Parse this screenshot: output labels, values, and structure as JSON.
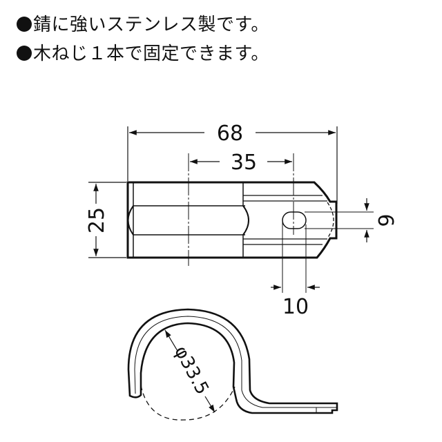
{
  "features": [
    {
      "bullet": "●",
      "text": "錆に強いステンレス製です。"
    },
    {
      "bullet": "●",
      "text": "木ねじ１本で固定できます。"
    }
  ],
  "drawing": {
    "top_view": {
      "dimensions": {
        "overall_length": "68",
        "hole_pitch": "35",
        "width": "25",
        "slot_width": "6",
        "slot_length": "10"
      }
    },
    "side_view": {
      "dimensions": {
        "inner_diameter": "φ33.5"
      }
    }
  },
  "colors": {
    "line": "#111111",
    "background": "#ffffff"
  }
}
